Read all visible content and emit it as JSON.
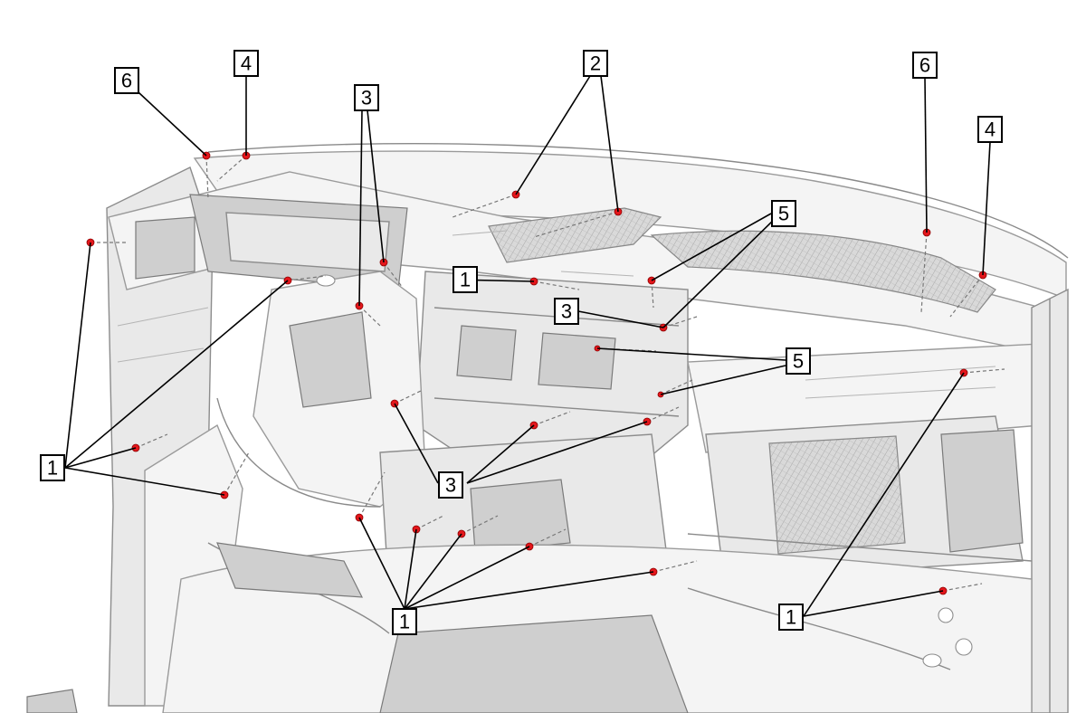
{
  "diagram": {
    "callouts": [
      {
        "id": "c6a",
        "label": "6"
      },
      {
        "id": "c4a",
        "label": "4"
      },
      {
        "id": "c3a",
        "label": "3"
      },
      {
        "id": "c2",
        "label": "2"
      },
      {
        "id": "c6b",
        "label": "6"
      },
      {
        "id": "c4b",
        "label": "4"
      },
      {
        "id": "c5a",
        "label": "5"
      },
      {
        "id": "c1a",
        "label": "1"
      },
      {
        "id": "c3b",
        "label": "3"
      },
      {
        "id": "c5b",
        "label": "5"
      },
      {
        "id": "c1b",
        "label": "1"
      },
      {
        "id": "c3c",
        "label": "3"
      },
      {
        "id": "c1c",
        "label": "1"
      },
      {
        "id": "c1d",
        "label": "1"
      }
    ]
  }
}
